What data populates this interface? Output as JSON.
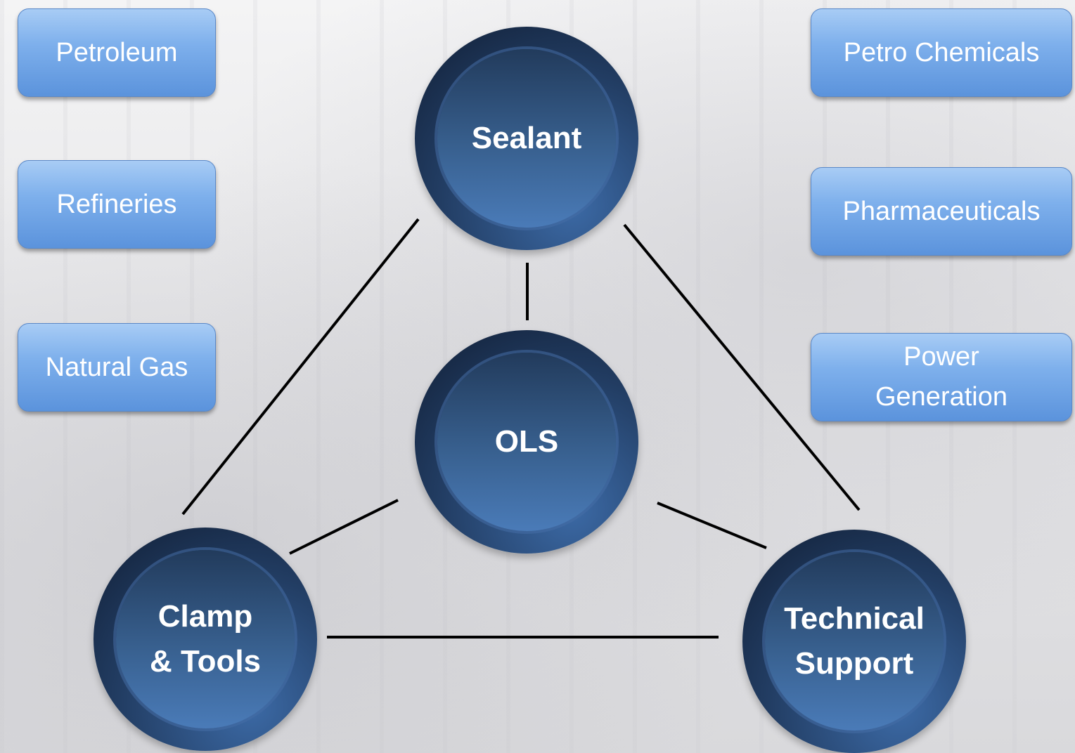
{
  "industries_left": [
    "Petroleum",
    "Refineries",
    "Natural Gas"
  ],
  "industries_right": [
    "Petro Chemicals",
    "Pharmaceuticals",
    "Power\nGeneration"
  ],
  "nodes": {
    "top": "Sealant",
    "center": "OLS",
    "bottom_left": "Clamp\n& Tools",
    "bottom_right": "Technical\nSupport"
  },
  "colors": {
    "box_gradient_top": "#a8ccf5",
    "box_gradient_bottom": "#5b93dc",
    "node_dark": "#101d33",
    "node_light": "#4a7bb8",
    "connector": "#000000"
  }
}
